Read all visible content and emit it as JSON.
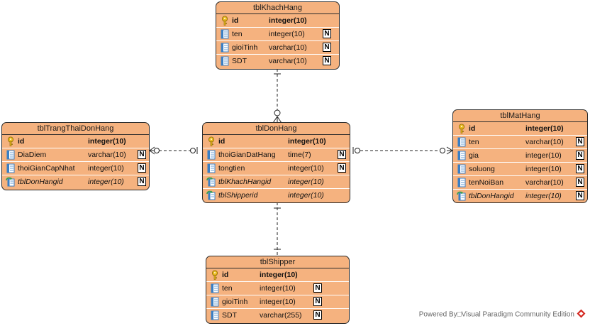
{
  "entities": {
    "khachhang": {
      "title": "tblKhachHang",
      "rows": [
        {
          "name": "id",
          "type": "integer(10)"
        },
        {
          "name": "ten",
          "type": "integer(10)",
          "nn": "N"
        },
        {
          "name": "gioiTinh",
          "type": "varchar(10)",
          "nn": "N"
        },
        {
          "name": "SDT",
          "type": "varchar(10)",
          "nn": "N"
        }
      ]
    },
    "trangthai": {
      "title": "tblTrangThaiDonHang",
      "rows": [
        {
          "name": "id",
          "type": "integer(10)"
        },
        {
          "name": "DiaDiem",
          "type": "varchar(10)",
          "nn": "N"
        },
        {
          "name": "thoiGianCapNhat",
          "type": "integer(10)",
          "nn": "N"
        },
        {
          "name": "tblDonHangid",
          "type": "integer(10)",
          "nn": "N"
        }
      ]
    },
    "donhang": {
      "title": "tblDonHang",
      "rows": [
        {
          "name": "id",
          "type": "integer(10)"
        },
        {
          "name": "thoiGianDatHang",
          "type": "time(7)",
          "nn": "N"
        },
        {
          "name": "tongtien",
          "type": "integer(10)",
          "nn": "N"
        },
        {
          "name": "tblKhachHangid",
          "type": "integer(10)"
        },
        {
          "name": "tblShipperid",
          "type": "integer(10)"
        }
      ]
    },
    "mathang": {
      "title": "tblMatHang",
      "rows": [
        {
          "name": "id",
          "type": "integer(10)"
        },
        {
          "name": "ten",
          "type": "varchar(10)",
          "nn": "N"
        },
        {
          "name": "gia",
          "type": "integer(10)",
          "nn": "N"
        },
        {
          "name": "soluong",
          "type": "integer(10)",
          "nn": "N"
        },
        {
          "name": "tenNoiBan",
          "type": "varchar(10)",
          "nn": "N"
        },
        {
          "name": "tblDonHangid",
          "type": "integer(10)",
          "nn": "N"
        }
      ]
    },
    "shipper": {
      "title": "tblShipper",
      "rows": [
        {
          "name": "id",
          "type": "integer(10)"
        },
        {
          "name": "ten",
          "type": "integer(10)",
          "nn": "N"
        },
        {
          "name": "gioiTinh",
          "type": "integer(10)",
          "nn": "N"
        },
        {
          "name": "SDT",
          "type": "varchar(255)",
          "nn": "N"
        }
      ]
    }
  },
  "footer": {
    "text": "Powered By□Visual Paradigm Community Edition"
  },
  "colors": {
    "entity_fill": "#f5b27f",
    "border": "#2b2b2b",
    "pk_icon": "#e8b820",
    "column_icon": "#3a7fc4",
    "fk_icon": "#3aa050"
  }
}
